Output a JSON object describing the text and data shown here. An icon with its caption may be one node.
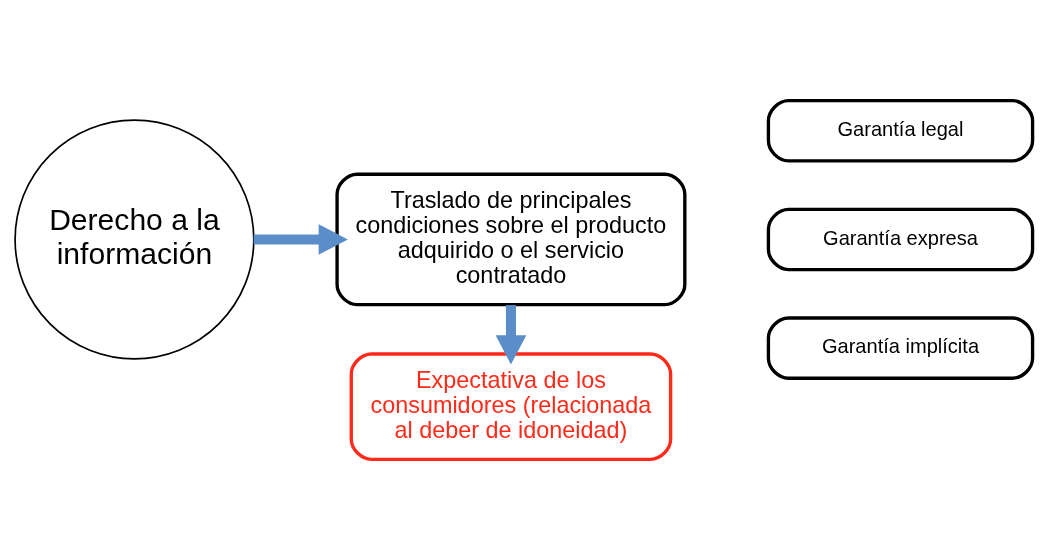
{
  "diagram": {
    "nodes": [
      {
        "text": [
          "Derecho a la información"
        ]
      },
      {
        "text": [
          "Traslado de principales condiciones sobre el producto adquirido o el servicio contratado"
        ]
      },
      {
        "text": [
          "Garantía legal"
        ]
      },
      {
        "text": [
          "Garantía expresa"
        ]
      },
      {
        "text": [
          "Garantía implícita"
        ]
      },
      {
        "text": [
          "Expectativa de los consumidores (relacionada al deber de idoneidad)"
        ]
      }
    ],
    "edges": [
      {
        "from": 0,
        "to": 1,
        "arrow": "to"
      },
      {
        "from": 1,
        "to": 5,
        "arrow": "to"
      }
    ]
  }
}
